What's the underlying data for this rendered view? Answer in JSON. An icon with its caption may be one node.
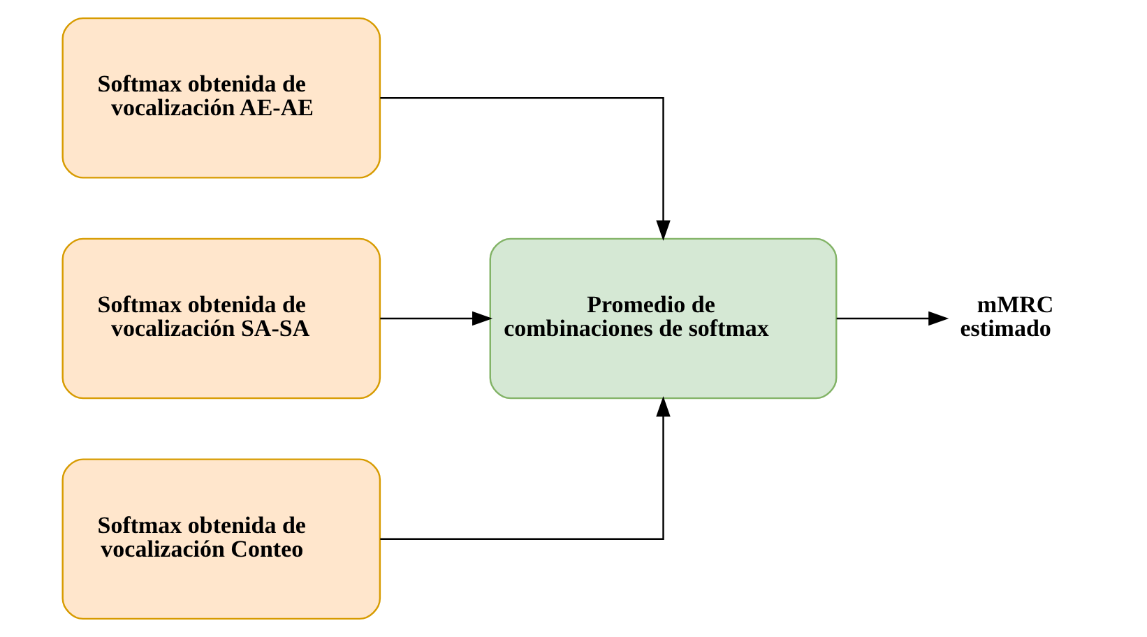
{
  "diagram": {
    "nodes": [
      {
        "text": [
          "Softmax obtenida de vocalización AE-AE"
        ]
      },
      {
        "text": [
          "Softmax obtenida de vocalización SA-SA"
        ]
      },
      {
        "text": [
          "Softmax obtenida de vocalización Conteo"
        ]
      },
      {
        "text": [
          "Promedio de combinaciones de softmax"
        ]
      },
      {
        "text": [
          "mMRC estimado"
        ]
      }
    ],
    "edges": [
      {
        "from": 0,
        "to": 3,
        "arrow": "to"
      },
      {
        "from": 1,
        "to": 3,
        "arrow": "to"
      },
      {
        "from": 2,
        "to": 3,
        "arrow": "to"
      },
      {
        "from": 3,
        "to": 4,
        "arrow": "to"
      }
    ]
  }
}
